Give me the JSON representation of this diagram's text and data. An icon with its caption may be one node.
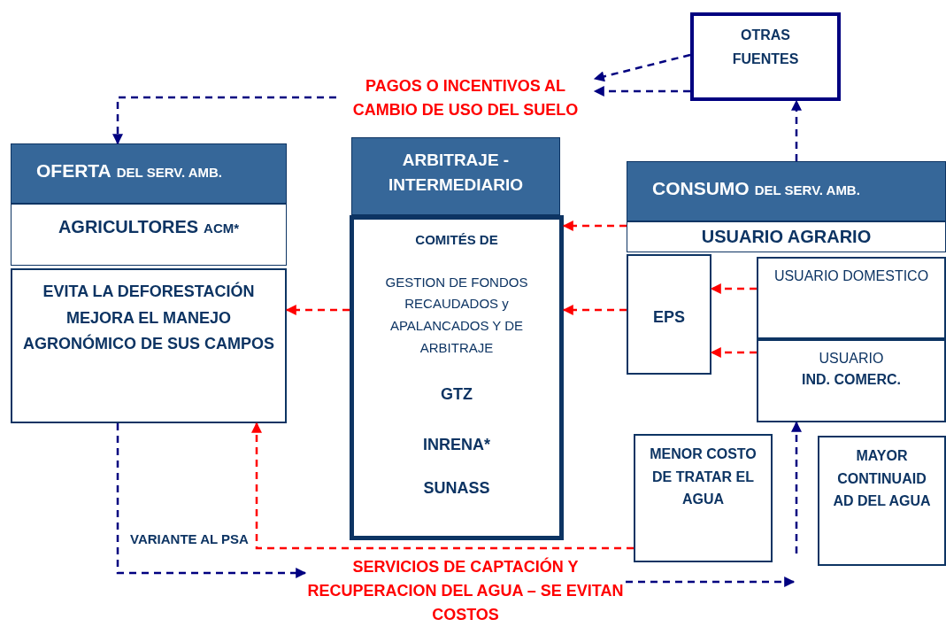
{
  "diagram": {
    "nodes": [
      {
        "text": [
          "OTRAS FUENTES"
        ]
      },
      {
        "text": [
          "PAGOS O INCENTIVOS AL CAMBIO DE USO DEL SUELO"
        ]
      },
      {
        "text": [
          "OFERTA",
          "DEL SERV. AMB."
        ]
      },
      {
        "text": [
          "AGRICULTORES",
          "ACM*"
        ]
      },
      {
        "text": [
          "EVITA LA DEFORESTACIÓN MEJORA EL MANEJO AGRONÓMICO DE SUS CAMPOS"
        ]
      },
      {
        "text": [
          "ARBITRAJE - INTERMEDIARIO"
        ]
      },
      {
        "text": [
          "COMITÉS DE",
          "GESTION DE FONDOS RECAUDADOS y APALANCADOS Y DE ARBITRAJE",
          "GTZ",
          "INRENA*",
          "SUNASS"
        ]
      },
      {
        "text": [
          "CONSUMO",
          "DEL SERV. AMB."
        ]
      },
      {
        "text": [
          "USUARIO AGRARIO"
        ]
      },
      {
        "text": [
          "EPS"
        ]
      },
      {
        "text": [
          "USUARIO DOMESTICO"
        ]
      },
      {
        "text": [
          "USUARIO",
          "IND. COMERC."
        ]
      },
      {
        "text": [
          "MENOR COSTO DE TRATAR EL AGUA"
        ]
      },
      {
        "text": [
          "MAYOR CONTINUAID AD DEL AGUA"
        ]
      },
      {
        "text": [
          "SERVICIOS DE CAPTACIÓN Y RECUPERACION DEL AGUA – SE EVITAN COSTOS"
        ]
      }
    ],
    "edges": [
      {
        "from": 0,
        "to": 1,
        "arrow": "to",
        "style": "dashed"
      },
      {
        "from": 0,
        "to": 1,
        "arrow": "to",
        "style": "dashed"
      },
      {
        "from": 1,
        "to": 2,
        "arrow": "to",
        "style": "dashed"
      },
      {
        "from": 7,
        "to": 0,
        "arrow": "to",
        "style": "dashed"
      },
      {
        "from": 8,
        "to": 6,
        "arrow": "to",
        "style": "dashed",
        "color": "#ff0000"
      },
      {
        "from": 9,
        "to": 6,
        "arrow": "to",
        "style": "dashed",
        "color": "#ff0000"
      },
      {
        "from": 6,
        "to": 4,
        "arrow": "to",
        "style": "dashed",
        "color": "#ff0000"
      },
      {
        "from": 10,
        "to": 9,
        "arrow": "to",
        "style": "dashed",
        "color": "#ff0000"
      },
      {
        "from": 11,
        "to": 9,
        "arrow": "to",
        "style": "dashed",
        "color": "#ff0000"
      },
      {
        "from": 12,
        "to": 4,
        "arrow": "to",
        "style": "dashed",
        "color": "#ff0000",
        "label": "VARIANTE AL PSA"
      },
      {
        "from": 4,
        "to": 14,
        "arrow": "to",
        "style": "dashed"
      },
      {
        "from": 14,
        "to": null,
        "arrow": "to",
        "style": "dashed"
      },
      {
        "from": null,
        "to": 11,
        "arrow": "to",
        "style": "dashed"
      }
    ]
  }
}
